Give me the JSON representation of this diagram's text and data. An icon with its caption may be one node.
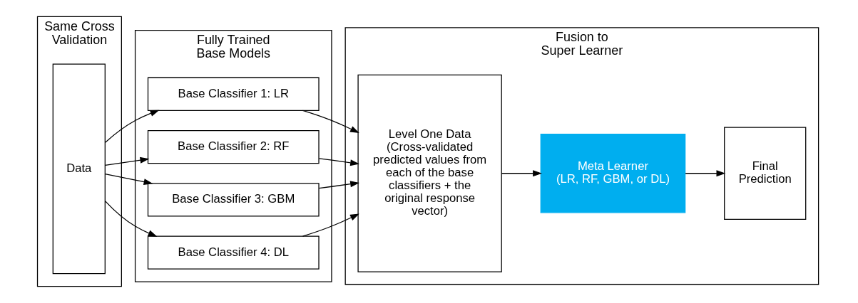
{
  "diagram": {
    "nodes": [
      {
        "text": [
          "Same Cross Validation"
        ]
      },
      {
        "text": [
          "Data"
        ],
        "in": 0
      },
      {
        "text": [
          "Fully Trained Base Models"
        ]
      },
      {
        "text": [
          "Base Classifier 1: LR"
        ],
        "in": 2
      },
      {
        "text": [
          "Base Classifier 2: RF"
        ],
        "in": 2
      },
      {
        "text": [
          "Base Classifier 3: GBM"
        ],
        "in": 2
      },
      {
        "text": [
          "Base Classifier 4: DL"
        ],
        "in": 2
      },
      {
        "text": [
          "Fusion to Super Learner"
        ]
      },
      {
        "text": [
          "Level One Data",
          "(Cross-validated predicted values from each of the base classifiers + the original response vector)"
        ],
        "in": 7
      },
      {
        "text": [
          "Meta Learner",
          "(LR, RF, GBM, or DL)"
        ],
        "in": 7
      },
      {
        "text": [
          "Final Prediction"
        ],
        "in": 7
      }
    ],
    "edges": [
      {
        "from": 1,
        "to": 3,
        "arrow": "to"
      },
      {
        "from": 1,
        "to": 4,
        "arrow": "to"
      },
      {
        "from": 1,
        "to": 5,
        "arrow": "to"
      },
      {
        "from": 1,
        "to": 6,
        "arrow": "to"
      },
      {
        "from": 3,
        "to": 8,
        "arrow": "to"
      },
      {
        "from": 4,
        "to": 8,
        "arrow": "to"
      },
      {
        "from": 5,
        "to": 8,
        "arrow": "to"
      },
      {
        "from": 6,
        "to": 8,
        "arrow": "to"
      },
      {
        "from": 8,
        "to": 9,
        "arrow": "to"
      },
      {
        "from": 9,
        "to": 10,
        "arrow": "to"
      }
    ]
  }
}
